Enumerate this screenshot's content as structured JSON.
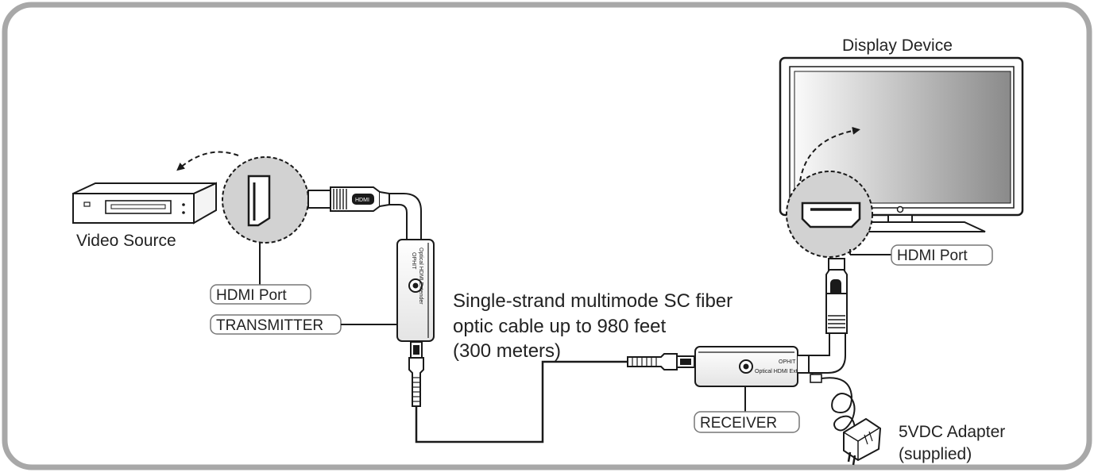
{
  "labels": {
    "video_source": "Video Source",
    "display_device": "Display Device",
    "hdmi_port_left": "HDMI Port",
    "hdmi_port_right": "HDMI Port",
    "transmitter": "TRANSMITTER",
    "receiver": "RECEIVER",
    "fiber_line1": "Single-strand multimode SC fiber",
    "fiber_line2": "optic cable up to 980 feet",
    "fiber_line3": "(300 meters)",
    "adapter_line1": "5VDC Adapter",
    "adapter_line2": "(supplied)",
    "connector_mark": "HDMI",
    "device_brand": "OPHIT",
    "device_name": "Optical HDMI Extender"
  },
  "colors": {
    "frame": "#a8a8a8",
    "line": "#1a1a1a",
    "zoom_fill": "#d2d2d2"
  },
  "icons": [
    "dvd-player-icon",
    "tv-icon",
    "hdmi-port-icon",
    "hdmi-plug-icon",
    "sc-connector-icon",
    "power-adapter-icon"
  ]
}
